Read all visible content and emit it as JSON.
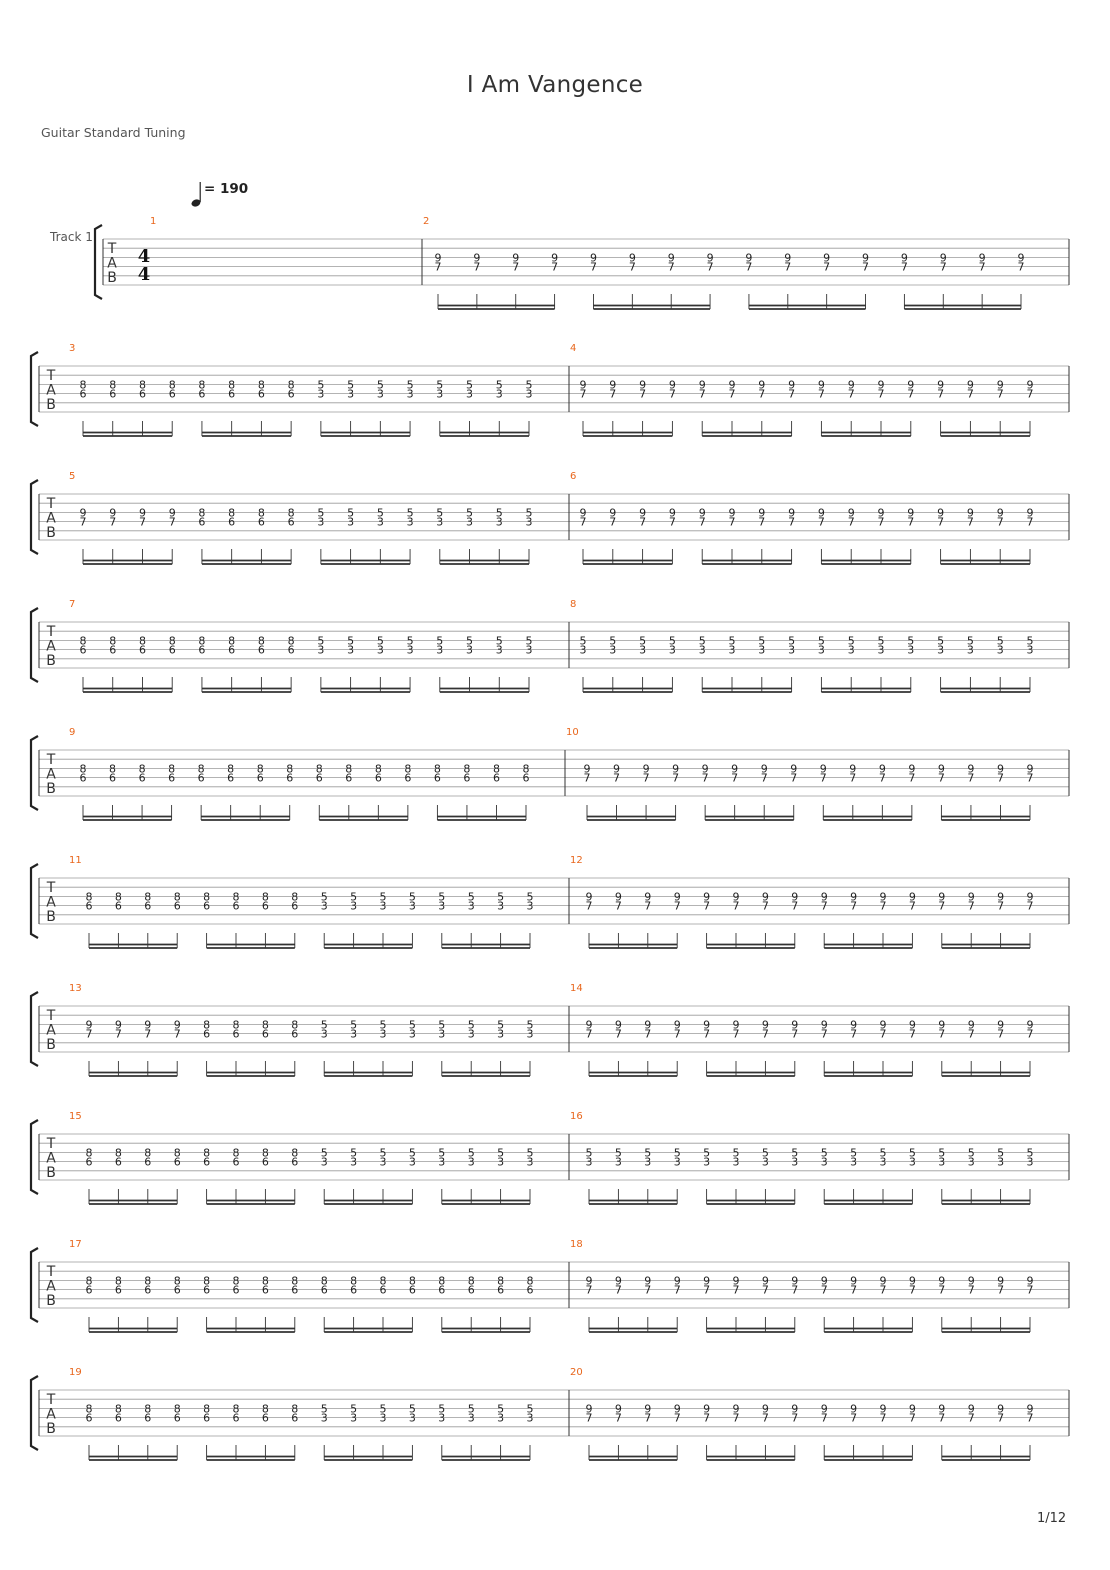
{
  "title": "I Am Vangence",
  "tuning_label": "Guitar Standard Tuning",
  "tempo": {
    "bpm": "190",
    "prefix": "= "
  },
  "track_label": "Track 1",
  "tab_clef": [
    "T",
    "A",
    "B"
  ],
  "time_signature": {
    "numerator": "4",
    "denominator": "4"
  },
  "page_number": "1/12",
  "systems": [
    {
      "measures": [
        "1",
        "2"
      ]
    },
    {
      "measures": [
        "3",
        "4"
      ]
    },
    {
      "measures": [
        "5",
        "6"
      ]
    },
    {
      "measures": [
        "7",
        "8"
      ]
    },
    {
      "measures": [
        "9",
        "10"
      ]
    },
    {
      "measures": [
        "11",
        "12"
      ]
    },
    {
      "measures": [
        "13",
        "14"
      ]
    },
    {
      "measures": [
        "15",
        "16"
      ]
    },
    {
      "measures": [
        "17",
        "18"
      ]
    },
    {
      "measures": [
        "19",
        "20"
      ]
    }
  ],
  "measures": {
    "1": [],
    "2": [
      [
        "9",
        "7"
      ],
      [
        "9",
        "7"
      ],
      [
        "9",
        "7"
      ],
      [
        "9",
        "7"
      ]
    ],
    "3": [
      [
        "8",
        "6"
      ],
      [
        "8",
        "6"
      ],
      [
        "5",
        "3"
      ],
      [
        "5",
        "3"
      ]
    ],
    "4": [
      [
        "9",
        "7"
      ],
      [
        "9",
        "7"
      ],
      [
        "9",
        "7"
      ],
      [
        "9",
        "7"
      ]
    ],
    "5": [
      [
        "9",
        "7"
      ],
      [
        "8",
        "6"
      ],
      [
        "5",
        "3"
      ],
      [
        "5",
        "3"
      ]
    ],
    "6": [
      [
        "9",
        "7"
      ],
      [
        "9",
        "7"
      ],
      [
        "9",
        "7"
      ],
      [
        "9",
        "7"
      ]
    ],
    "7": [
      [
        "8",
        "6"
      ],
      [
        "8",
        "6"
      ],
      [
        "5",
        "3"
      ],
      [
        "5",
        "3"
      ]
    ],
    "8": [
      [
        "5",
        "3"
      ],
      [
        "5",
        "3"
      ],
      [
        "5",
        "3"
      ],
      [
        "5",
        "3"
      ]
    ],
    "9": [
      [
        "8",
        "6"
      ],
      [
        "8",
        "6"
      ],
      [
        "8",
        "6"
      ],
      [
        "8",
        "6"
      ]
    ],
    "10": [
      [
        "9",
        "7"
      ],
      [
        "9",
        "7"
      ],
      [
        "9",
        "7"
      ],
      [
        "9",
        "7"
      ]
    ],
    "11": [
      [
        "8",
        "6"
      ],
      [
        "8",
        "6"
      ],
      [
        "5",
        "3"
      ],
      [
        "5",
        "3"
      ]
    ],
    "12": [
      [
        "9",
        "7"
      ],
      [
        "9",
        "7"
      ],
      [
        "9",
        "7"
      ],
      [
        "9",
        "7"
      ]
    ],
    "13": [
      [
        "9",
        "7"
      ],
      [
        "8",
        "6"
      ],
      [
        "5",
        "3"
      ],
      [
        "5",
        "3"
      ]
    ],
    "14": [
      [
        "9",
        "7"
      ],
      [
        "9",
        "7"
      ],
      [
        "9",
        "7"
      ],
      [
        "9",
        "7"
      ]
    ],
    "15": [
      [
        "8",
        "6"
      ],
      [
        "8",
        "6"
      ],
      [
        "5",
        "3"
      ],
      [
        "5",
        "3"
      ]
    ],
    "16": [
      [
        "5",
        "3"
      ],
      [
        "5",
        "3"
      ],
      [
        "5",
        "3"
      ],
      [
        "5",
        "3"
      ]
    ],
    "17": [
      [
        "8",
        "6"
      ],
      [
        "8",
        "6"
      ],
      [
        "8",
        "6"
      ],
      [
        "8",
        "6"
      ]
    ],
    "18": [
      [
        "9",
        "7"
      ],
      [
        "9",
        "7"
      ],
      [
        "9",
        "7"
      ],
      [
        "9",
        "7"
      ]
    ],
    "19": [
      [
        "8",
        "6"
      ],
      [
        "8",
        "6"
      ],
      [
        "5",
        "3"
      ],
      [
        "5",
        "3"
      ]
    ],
    "20": [
      [
        "9",
        "7"
      ],
      [
        "9",
        "7"
      ],
      [
        "9",
        "7"
      ],
      [
        "9",
        "7"
      ]
    ]
  }
}
